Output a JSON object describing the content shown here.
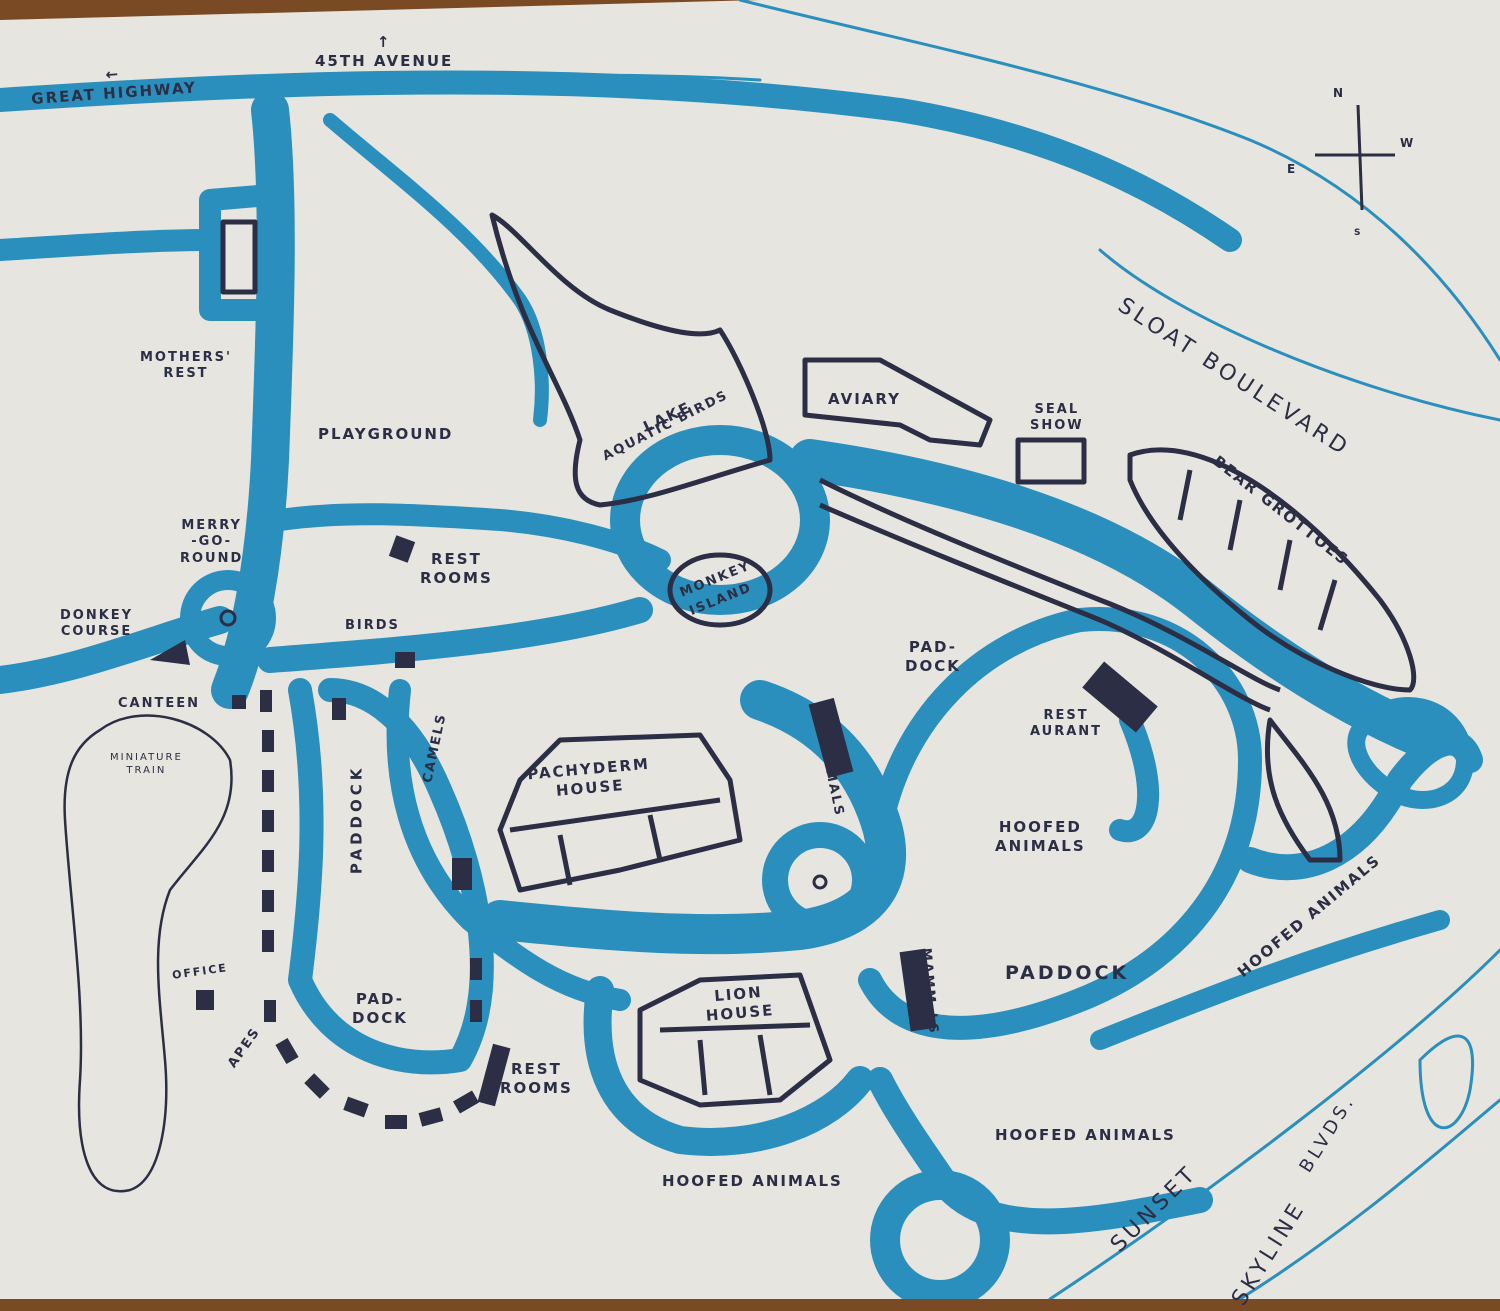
{
  "map": {
    "colors": {
      "paper": "#e6e5e0",
      "path": "#2a8fbc",
      "ink": "#2b2e44",
      "frame": "#7a4a24"
    },
    "roads": {
      "avenue": "45TH AVENUE",
      "highway": "GREAT HIGHWAY",
      "boulevard": "SLOAT BOULEVARD",
      "sunset": "SUNSET",
      "skyline": "SKYLINE",
      "blvds": "BLVDS."
    },
    "arrows": {
      "left": "←",
      "up": "🠕"
    },
    "compass": {
      "n": "N",
      "e": "E",
      "w": "W",
      "s": "S"
    },
    "labels": {
      "mothers_rest": "MOTHERS'\nREST",
      "playground": "PLAYGROUND",
      "merry_go_round": "MERRY\n-GO-\nROUND",
      "rest_rooms_1": "REST\nROOMS",
      "donkey_course": "DONKEY\nCOURSE",
      "birds": "BIRDS",
      "canteen": "CANTEEN",
      "miniature_train": "MINIATURE\nTRAIN",
      "paddock_vertical": "PADDOCK",
      "camels": "CAMELS",
      "office": "OFFICE",
      "apes": "APES",
      "pad_dock_1": "PAD-\nDOCK",
      "rest_rooms_2": "REST\nROOMS",
      "lake": "LAKE",
      "aquatic_birds": "AQUATIC BIRDS",
      "monkey": "MONKEY",
      "island": "ISLAND",
      "aviary": "AVIARY",
      "seal_show": "SEAL\nSHOW",
      "bear_grottoes": "BEAR GROTTOES",
      "pachyderm_house": "PACHYDERM\nHOUSE",
      "mammals_1": "MAMMALS",
      "pad_dock_2": "PAD-\nDOCK",
      "restaurant": "REST\nAURANT",
      "hoofed_animals_1": "HOOFED\nANIMALS",
      "lion_house": "LION\nHOUSE",
      "mammals_2": "MAMM_LS",
      "paddock_2": "PADDOCK",
      "hoofed_animals_2": "HOOFED ANIMALS",
      "hoofed_animals_3": "HOOFED ANIMALS",
      "hoofed_animals_4": "HOOFED ANIMALS"
    }
  }
}
